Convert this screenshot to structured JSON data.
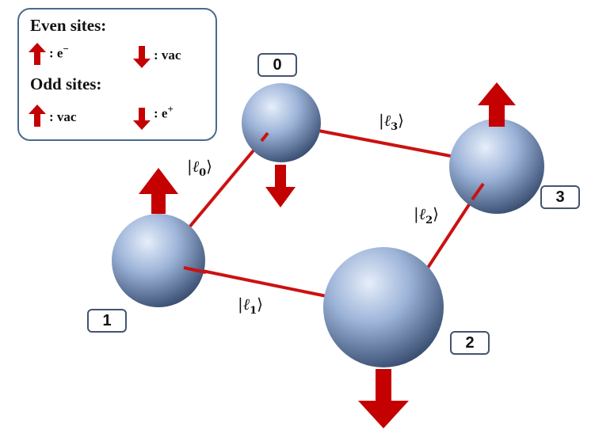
{
  "legend": {
    "even_heading": "Even sites:",
    "even_up_text": ": e",
    "even_up_sup": "−",
    "even_down_text": ": vac",
    "odd_heading": "Odd sites:",
    "odd_up_text": ": vac",
    "odd_down_text": ": e",
    "odd_down_sup": "+"
  },
  "sites": [
    {
      "label": "0",
      "spin": "down"
    },
    {
      "label": "1",
      "spin": "up"
    },
    {
      "label": "2",
      "spin": "down"
    },
    {
      "label": "3",
      "spin": "up"
    }
  ],
  "links": [
    {
      "open": "|",
      "symbol": "ℓ",
      "index": "0",
      "close": "⟩"
    },
    {
      "open": "|",
      "symbol": "ℓ",
      "index": "1",
      "close": "⟩"
    },
    {
      "open": "|",
      "symbol": "ℓ",
      "index": "2",
      "close": "⟩"
    },
    {
      "open": "|",
      "symbol": "ℓ",
      "index": "3",
      "close": "⟩"
    }
  ],
  "colors": {
    "link": "#cc1111",
    "arrow": "#c40000",
    "sphere_light": "#dbe6f6",
    "sphere_mid": "#8fa8cf",
    "sphere_dark": "#3c5278",
    "box_border": "#4a6a90"
  }
}
